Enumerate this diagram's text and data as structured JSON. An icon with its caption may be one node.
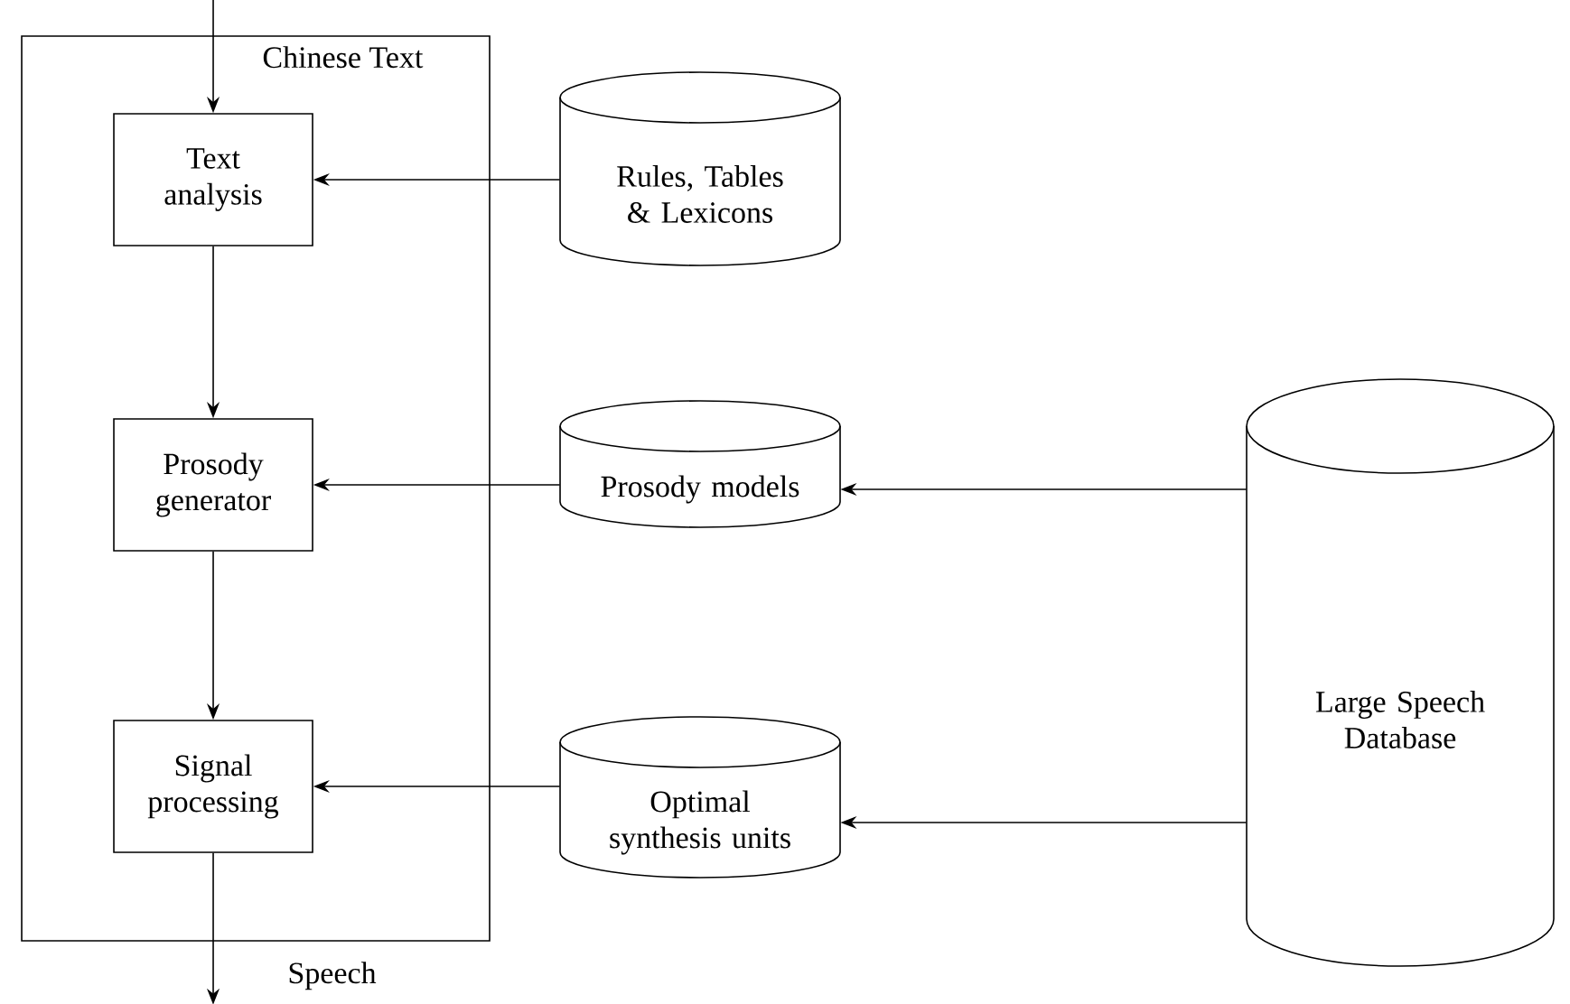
{
  "diagram": {
    "nodes": [
      {
        "text": [],
        "shape": "box"
      },
      {
        "text": [
          "Text analysis"
        ],
        "in": 0
      },
      {
        "text": [
          "Prosody generator"
        ],
        "in": 0
      },
      {
        "text": [
          "Signal processing"
        ],
        "in": 0
      },
      {
        "text": [
          "Rules, Tables & Lexicons"
        ]
      },
      {
        "text": [
          "Prosody models"
        ]
      },
      {
        "text": [
          "Optimal synthesis units"
        ]
      },
      {
        "text": [
          "Large Speech Database"
        ]
      }
    ],
    "edges": [
      {
        "from": null,
        "to": 1,
        "arrow": "to",
        "label": "Chinese Text"
      },
      {
        "from": 4,
        "to": 1,
        "arrow": "to"
      },
      {
        "from": 1,
        "to": 2,
        "arrow": "to"
      },
      {
        "from": 2,
        "to": 3,
        "arrow": "to"
      },
      {
        "from": 5,
        "to": 2,
        "arrow": "to"
      },
      {
        "from": 6,
        "to": 3,
        "arrow": "to"
      },
      {
        "from": 7,
        "to": 5,
        "arrow": "to"
      },
      {
        "from": 7,
        "to": 6,
        "arrow": "to"
      },
      {
        "from": 3,
        "to": null,
        "arrow": "to",
        "label": "Speech"
      }
    ]
  }
}
